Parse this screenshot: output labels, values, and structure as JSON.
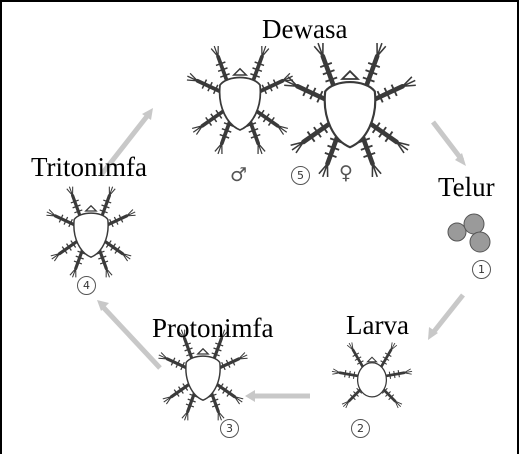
{
  "stages": {
    "adult": {
      "label": "Dewasa",
      "number": "5",
      "male_symbol": "♂",
      "female_symbol": "♀"
    },
    "egg": {
      "label": "Telur",
      "number": "1"
    },
    "larva": {
      "label": "Larva",
      "number": "2"
    },
    "protonymph": {
      "label": "Protonimfa",
      "number": "3"
    },
    "tritonymph": {
      "label": "Tritonimfa",
      "number": "4"
    }
  },
  "colors": {
    "frame": "#000000",
    "arrow": "#c8c8c8",
    "mite_body": "#ffffff",
    "mite_outline": "#3a3a3a",
    "egg_fill": "#9a9a9a"
  },
  "icons": {
    "mites": "mite-icon",
    "eggs": "egg-cluster-icon",
    "arrows": "cycle-arrow-icon"
  }
}
